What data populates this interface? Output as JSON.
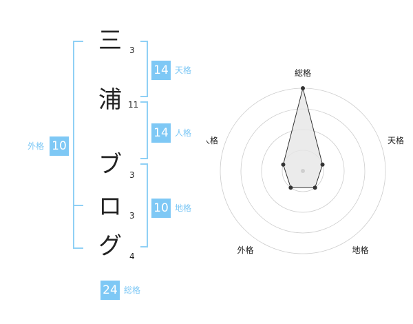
{
  "name": {
    "chars": [
      "三",
      "浦",
      "ブ",
      "ロ",
      "グ"
    ],
    "strokes": [
      "3",
      "11",
      "3",
      "3",
      "4"
    ]
  },
  "fortunes": {
    "tenkaku": {
      "label": "天格",
      "value": "14"
    },
    "jinkaku": {
      "label": "人格",
      "value": "14"
    },
    "chikaku": {
      "label": "地格",
      "value": "10"
    },
    "gaikaku": {
      "label": "外格",
      "value": "10"
    },
    "soukaku": {
      "label": "総格",
      "value": "24"
    }
  },
  "radar": {
    "axes": [
      "総格",
      "天格",
      "地格",
      "外格",
      "人格"
    ],
    "levels": 4,
    "values": [
      4,
      1,
      1,
      1,
      1
    ]
  },
  "colors": {
    "accent": "#7ec8f5",
    "bracket": "#8fd0f5",
    "text": "#222222",
    "grid": "#cccccc"
  }
}
